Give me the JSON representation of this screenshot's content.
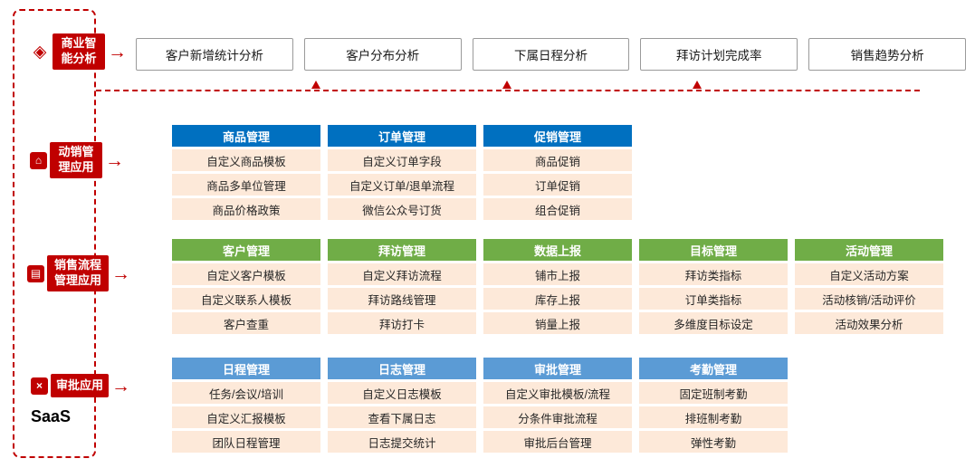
{
  "saas": {
    "label": "SaaS"
  },
  "icons": {
    "bi": "◈",
    "store": "⌂",
    "form": "▤",
    "close": "×",
    "arrow": "→"
  },
  "colors": {
    "accent_red": "#C00000",
    "header_blue": "#0070C0",
    "header_green": "#70AD47",
    "header_sky": "#5B9BD5",
    "cell_bg": "#FDE9D9"
  },
  "left_nav": {
    "groups": [
      {
        "name": "bi-analysis",
        "lines": [
          "商业智",
          "能分析"
        ]
      },
      {
        "name": "sales-activity-app",
        "lines": [
          "动销管",
          "理应用"
        ]
      },
      {
        "name": "sales-process-app",
        "lines": [
          "销售流程",
          "管理应用"
        ]
      },
      {
        "name": "approval-app",
        "lines": [
          "审批应用"
        ]
      }
    ]
  },
  "bi_row": {
    "items": [
      "客户新增统计分析",
      "客户分布分析",
      "下属日程分析",
      "拜访计划完成率",
      "销售趋势分析"
    ]
  },
  "sections": [
    {
      "name": "动销管理应用",
      "columns": [
        {
          "header": "商品管理",
          "items": [
            "自定义商品模板",
            "商品多单位管理",
            "商品价格政策"
          ]
        },
        {
          "header": "订单管理",
          "items": [
            "自定义订单字段",
            "自定义订单/退单流程",
            "微信公众号订货"
          ]
        },
        {
          "header": "促销管理",
          "items": [
            "商品促销",
            "订单促销",
            "组合促销"
          ]
        }
      ]
    },
    {
      "name": "销售流程管理应用",
      "columns": [
        {
          "header": "客户管理",
          "items": [
            "自定义客户模板",
            "自定义联系人模板",
            "客户查重"
          ]
        },
        {
          "header": "拜访管理",
          "items": [
            "自定义拜访流程",
            "拜访路线管理",
            "拜访打卡"
          ]
        },
        {
          "header": "数据上报",
          "items": [
            "铺市上报",
            "库存上报",
            "销量上报"
          ]
        },
        {
          "header": "目标管理",
          "items": [
            "拜访类指标",
            "订单类指标",
            "多维度目标设定"
          ]
        },
        {
          "header": "活动管理",
          "items": [
            "自定义活动方案",
            "活动核销/活动评价",
            "活动效果分析"
          ]
        }
      ]
    },
    {
      "name": "审批应用",
      "columns": [
        {
          "header": "日程管理",
          "items": [
            "任务/会议/培训",
            "自定义汇报模板",
            "团队日程管理"
          ]
        },
        {
          "header": "日志管理",
          "items": [
            "自定义日志模板",
            "查看下属日志",
            "日志提交统计"
          ]
        },
        {
          "header": "审批管理",
          "items": [
            "自定义审批模板/流程",
            "分条件审批流程",
            "审批后台管理"
          ]
        },
        {
          "header": "考勤管理",
          "items": [
            "固定班制考勤",
            "排班制考勤",
            "弹性考勤"
          ]
        }
      ]
    }
  ]
}
